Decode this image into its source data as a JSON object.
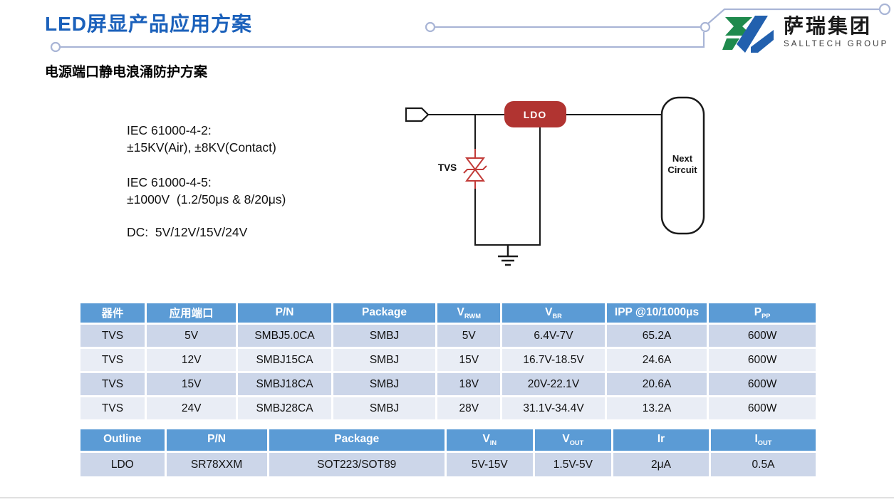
{
  "header": {
    "title": "LED屏显产品应用方案",
    "subtitle": "电源端口静电浪涌防护方案",
    "logo": {
      "name_cn": "萨瑞集团",
      "name_en": "SALLTECH GROUP"
    }
  },
  "specs": {
    "line1": "IEC 61000-4-2:",
    "line2": "±15KV(Air), ±8KV(Contact)",
    "line3": "IEC 61000-4-5:",
    "line4": "±1000V  (1.2/50μs & 8/20μs)",
    "line5": "DC:  5V/12V/15V/24V"
  },
  "diagram": {
    "tvs_label": "TVS",
    "ldo_label": "LDO",
    "next_circuit_line1": "Next",
    "next_circuit_line2": "Circuit"
  },
  "colors": {
    "title_blue": "#1b61bb",
    "deco_line": "#a9b5d6",
    "logo_green": "#1f8a4d",
    "logo_blue": "#2260ae",
    "tvs_red": "#c23b38",
    "ldo_red": "#b13431",
    "table_header_blue": "#5b9bd5",
    "row_dark": "#ccd6e9",
    "row_light": "#e9edf5"
  },
  "tvs_table": {
    "headers": [
      {
        "label": "器件",
        "sub": ""
      },
      {
        "label": "应用端口",
        "sub": ""
      },
      {
        "label": "P/N",
        "sub": ""
      },
      {
        "label": "Package",
        "sub": ""
      },
      {
        "label": "V",
        "sub": "RWM"
      },
      {
        "label": "V",
        "sub": "BR"
      },
      {
        "label": "IPP @10/1000μs",
        "sub": ""
      },
      {
        "label": "P",
        "sub": "PP"
      }
    ],
    "rows": [
      [
        "TVS",
        "5V",
        "SMBJ5.0CA",
        "SMBJ",
        "5V",
        "6.4V-7V",
        "65.2A",
        "600W"
      ],
      [
        "TVS",
        "12V",
        "SMBJ15CA",
        "SMBJ",
        "15V",
        "16.7V-18.5V",
        "24.6A",
        "600W"
      ],
      [
        "TVS",
        "15V",
        "SMBJ18CA",
        "SMBJ",
        "18V",
        "20V-22.1V",
        "20.6A",
        "600W"
      ],
      [
        "TVS",
        "24V",
        "SMBJ28CA",
        "SMBJ",
        "28V",
        "31.1V-34.4V",
        "13.2A",
        "600W"
      ]
    ]
  },
  "ldo_table": {
    "headers": [
      {
        "label": "Outline",
        "sub": ""
      },
      {
        "label": "P/N",
        "sub": ""
      },
      {
        "label": "Package",
        "sub": ""
      },
      {
        "label": "V",
        "sub": "IN"
      },
      {
        "label": "V",
        "sub": "OUT"
      },
      {
        "label": "Ir",
        "sub": ""
      },
      {
        "label": "I",
        "sub": "OUT"
      }
    ],
    "rows": [
      [
        "LDO",
        "SR78XXM",
        "SOT223/SOT89",
        "5V-15V",
        "1.5V-5V",
        "2μA",
        "0.5A"
      ]
    ]
  }
}
